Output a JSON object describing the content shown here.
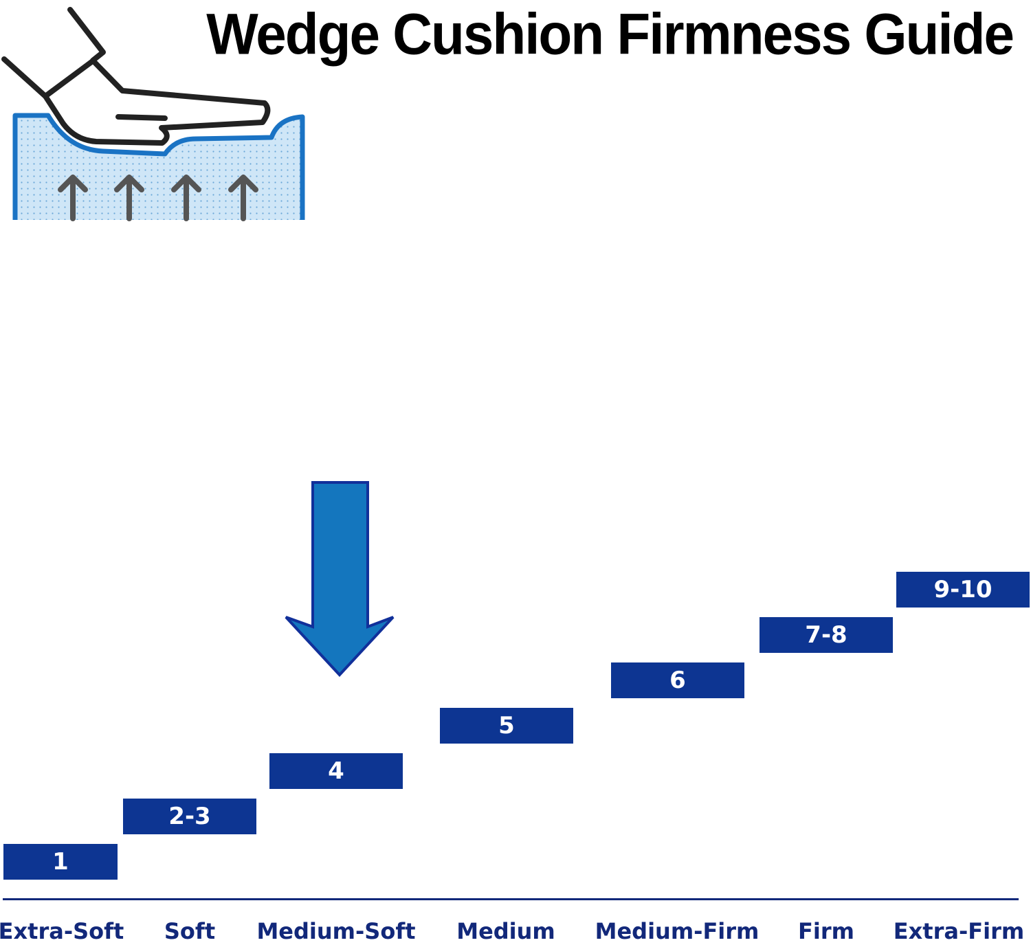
{
  "title": "Wedge Cushion Firmness Guide",
  "colors": {
    "bar": "#0d3592",
    "label": "#12287a",
    "arrow": "#1476be",
    "arrow_outline": "#11309a",
    "foam_fill": "#cfe6f7",
    "foam_edge": "#1a73c4",
    "line_art": "#222222",
    "up_arrows": "#555555"
  },
  "icons": {
    "illustration": "hand-pressing-foam-icon",
    "pointer": "down-arrow-icon"
  },
  "highlighted_level": "4",
  "levels": [
    {
      "value": "1",
      "name": "Extra-Soft"
    },
    {
      "value": "2-3",
      "name": "Soft"
    },
    {
      "value": "4",
      "name": "Medium-Soft"
    },
    {
      "value": "5",
      "name": "Medium"
    },
    {
      "value": "6",
      "name": "Medium-Firm"
    },
    {
      "value": "7-8",
      "name": "Firm"
    },
    {
      "value": "9-10",
      "name": "Extra-Firm"
    }
  ]
}
